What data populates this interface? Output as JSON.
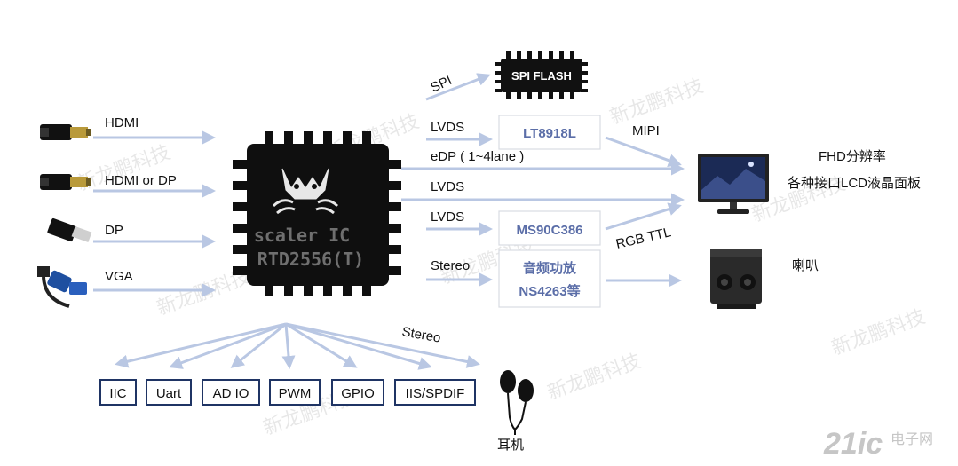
{
  "inputs": [
    "HDMI",
    "HDMI  or DP",
    "DP",
    "VGA"
  ],
  "chip": {
    "line1": "scaler IC",
    "line2": "RTD2556(T)"
  },
  "spi": {
    "label": "SPI",
    "chip_label": "SPI FLASH"
  },
  "outputs": {
    "lvds1": "LVDS",
    "edp": "eDP ( 1~4lane )",
    "lvds2": "LVDS",
    "lvds3": "LVDS",
    "stereo": "Stereo",
    "mipi": "MIPI",
    "rgb": "RGB TTL"
  },
  "blocks": {
    "lt": "LT8918L",
    "ms": "MS90C386",
    "amp1": "音频功放",
    "amp2": "NS4263等"
  },
  "panel": {
    "line1": "FHD分辨率",
    "line2": "各种接口LCD液晶面板"
  },
  "speaker_label": "喇叭",
  "interfaces": [
    "IIC",
    "Uart",
    "AD IO",
    "PWM",
    "GPIO",
    "IIS/SPDIF"
  ],
  "bottom_stereo": "Stereo",
  "earphone_label": "耳机",
  "watermark": "新龙鹏科技",
  "logo": {
    "brand": "21ic",
    "cn": "电子网"
  },
  "colors": {
    "arrow": "#b9c7e3",
    "chip": "#0f0f0f",
    "accent": "#5b6ea8",
    "box_border": "#1f3464"
  }
}
